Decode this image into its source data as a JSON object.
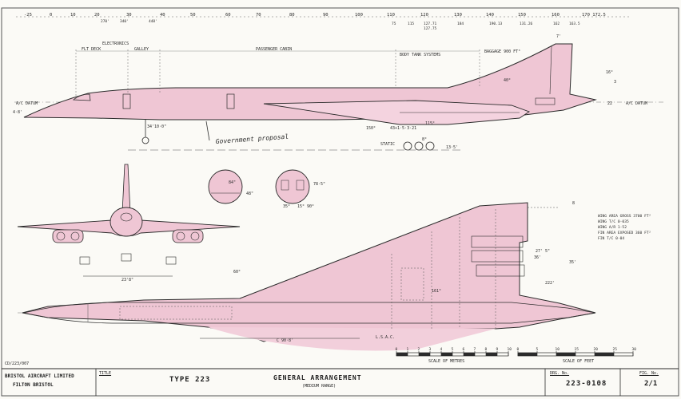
{
  "scale_top": [
    "-25",
    "0",
    "10",
    "20",
    "30",
    "40",
    "50",
    "60",
    "70",
    "80",
    "90",
    "100",
    "110",
    "120",
    "130",
    "140",
    "150",
    "160",
    "170 172.5"
  ],
  "scale_top_sub": [
    "270'",
    "340'",
    "448'",
    "75",
    "115",
    "127.71",
    "127.75",
    "184",
    "190.13",
    "131.26",
    "162",
    "163.5"
  ],
  "side_view": {
    "labels": {
      "electronics": "ELECTRONICS",
      "flight_deck": "FLT DECK",
      "galley": "GALLEY",
      "passenger_cabin": "PASSENGER CABIN",
      "body_tank": "BODY TANK SYSTEMS",
      "baggage": "BAGGAGE 900 FT³",
      "ac_datum_left": "A/C DATUM",
      "ac_datum_right": "A/C DATUM",
      "static": "STATIC",
      "dim_4_8": "4·8'",
      "dim_40": "40°",
      "dim_16": "16°",
      "dim_3": "3",
      "dim_150": "150°",
      "dim_sta": "43+1·5·3·21",
      "dim_115": "115°",
      "dim_gear": "34'10·0\"",
      "dim_13_5": "13·5'",
      "dim_8": "8°",
      "dim_side_22": "22",
      "dim_7": "7'",
      "handwriting": "Government proposal"
    }
  },
  "front_view": {
    "label_23": "23'8\""
  },
  "sections": {
    "dim_84": "84\"",
    "dim_48": "48\"",
    "dim_78": "78·5\"",
    "dim_35": "35°",
    "dim_15_90": "15° 90°"
  },
  "plan_view": {
    "specs": [
      "WING AREA GROSS   3700 FT²",
      "WING T/C          0·035",
      "WING A/R          1·52",
      "FIN AREA EXPOSED  360 FT²",
      "FIN T/C           0·04"
    ],
    "dim_35": "35'",
    "dim_222": "222'",
    "dim_60": "60°",
    "dim_27": "27' 5\"",
    "dim_36": "36'",
    "dim_lsac": "L.S.A.C.",
    "dim_c90": "C 90·8'",
    "dim_161": "161°",
    "dim_8": "8"
  },
  "scales": {
    "metres_ticks": [
      "0",
      "1",
      "2",
      "3",
      "4",
      "5",
      "6",
      "7",
      "8",
      "9",
      "10"
    ],
    "metres_label": "SCALE OF METRES",
    "feet_ticks": [
      "0",
      "5",
      "10",
      "15",
      "20",
      "25",
      "30"
    ],
    "feet_label": "SCALE OF FEET"
  },
  "title_block": {
    "ref": "CD/223/007",
    "company_line1": "BRISTOL AIRCRAFT LIMITED",
    "company_line2": "FILTON   BRISTOL",
    "title_caption": "TITLE",
    "type": "TYPE 223",
    "title_main": "GENERAL ARRANGEMENT",
    "title_sub": "(MEDIUM RANGE)",
    "drg_caption": "DRG. No.",
    "drg_no": "223-0108",
    "fig_caption": "FIG. No.",
    "fig_no": "2/1"
  },
  "colors": {
    "fill": "#efc6d4",
    "ink": "#2b2b2b",
    "paper": "#fbfaf6"
  }
}
